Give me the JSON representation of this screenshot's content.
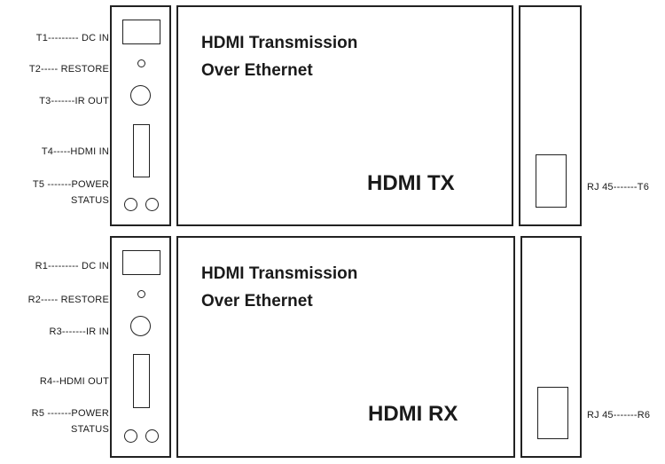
{
  "tx": {
    "title_line1": "HDMI Transmission",
    "title_line2": "Over Ethernet",
    "model": "HDMI TX",
    "labels": {
      "dc": "T1--------- DC IN",
      "restore": "T2----- RESTORE",
      "ir": "T3-------IR OUT",
      "hdmi": "T4-----HDMI IN",
      "power1": "T5 -------POWER",
      "power2": "STATUS",
      "rj45": "RJ 45-------T6"
    }
  },
  "rx": {
    "title_line1": "HDMI Transmission",
    "title_line2": "Over Ethernet",
    "model": "HDMI RX",
    "labels": {
      "dc": "R1--------- DC IN",
      "restore": "R2----- RESTORE",
      "ir": "R3-------IR IN",
      "hdmi": "R4--HDMI OUT",
      "power1": "R5 -------POWER",
      "power2": "STATUS",
      "rj45": "RJ 45-------R6"
    }
  }
}
